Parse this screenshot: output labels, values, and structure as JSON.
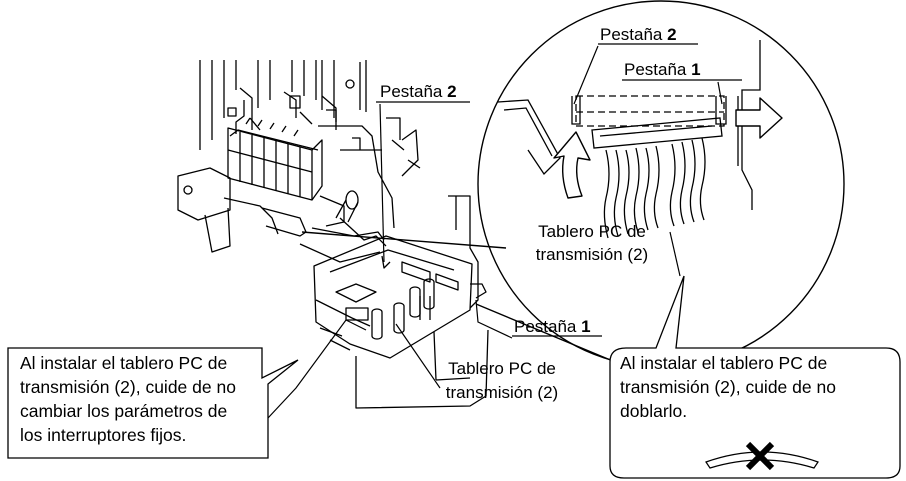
{
  "labels": {
    "tab2_main": {
      "prefix": "Pestaña ",
      "number": "2"
    },
    "tab2_zoom": {
      "prefix": "Pestaña ",
      "number": "2"
    },
    "tab1_zoom": {
      "prefix": "Pestaña ",
      "number": "1"
    },
    "tab1_main": {
      "prefix": "Pestaña ",
      "number": "1"
    },
    "board_zoom": [
      "Tablero PC de",
      "transmisión (2)"
    ],
    "board_main": [
      "Tablero PC de",
      "transmisión (2)"
    ]
  },
  "notes": {
    "left": [
      "Al instalar el tablero PC de",
      "transmisión (2), cuide de no",
      "cambiar los parámetros de",
      "los interruptores fijos."
    ],
    "right": [
      "Al instalar el tablero PC de",
      "transmisión (2), cuide de no",
      "doblarlo."
    ]
  },
  "icons": {
    "prohibited": "x-mark-icon"
  },
  "colors": {
    "line": "#000000",
    "background": "#ffffff"
  }
}
